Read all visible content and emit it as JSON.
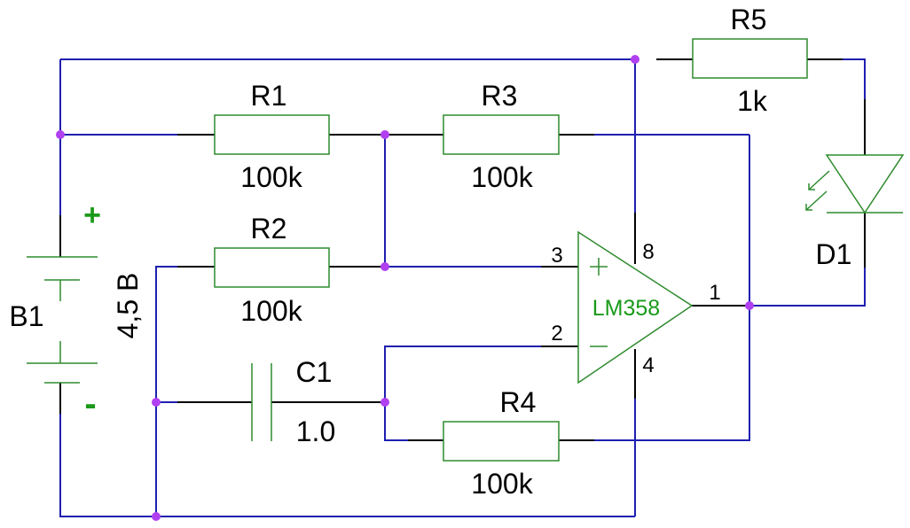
{
  "components": {
    "r1": {
      "name": "R1",
      "value": "100k"
    },
    "r2": {
      "name": "R2",
      "value": "100k"
    },
    "r3": {
      "name": "R3",
      "value": "100k"
    },
    "r4": {
      "name": "R4",
      "value": "100k"
    },
    "r5": {
      "name": "R5",
      "value": "1k"
    },
    "c1": {
      "name": "C1",
      "value": "1.0"
    },
    "d1": {
      "name": "D1"
    },
    "b1": {
      "name": "B1",
      "voltage": "4,5 В",
      "plus": "+",
      "minus": "-"
    },
    "u1": {
      "part": "LM358",
      "pins": {
        "noninv": "3",
        "inv": "2",
        "vcc": "8",
        "gnd": "4",
        "out": "1"
      },
      "plus_sign": "+",
      "minus_sign": "−"
    }
  },
  "colors": {
    "wire": "#1f1fb0",
    "part": "#2e8b2e",
    "junction": "#b040f0",
    "label_green": "#1a9a1a"
  }
}
